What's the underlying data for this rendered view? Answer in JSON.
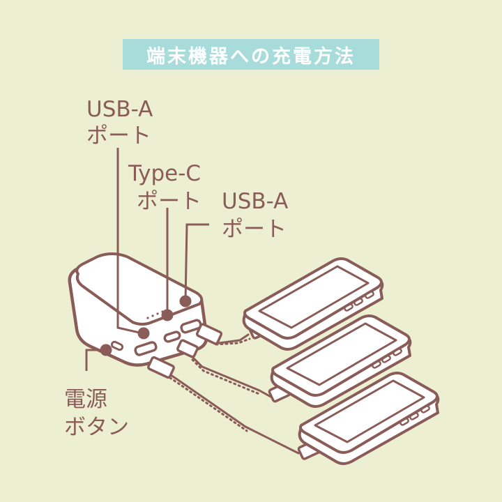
{
  "title": "端末機器への充電方法",
  "labels": {
    "usb_a_left_line1": "USB-A",
    "usb_a_left_line2": "ポート",
    "type_c_line1": "Type-C",
    "type_c_line2": "ポート",
    "usb_a_right_line1": "USB-A",
    "usb_a_right_line2": "ポート",
    "power_line1": "電源",
    "power_line2": "ボタン"
  },
  "colors": {
    "background": "#edefd2",
    "banner": "#a8dcdb",
    "outline": "#8a5c58",
    "fill": "#ffffff"
  }
}
